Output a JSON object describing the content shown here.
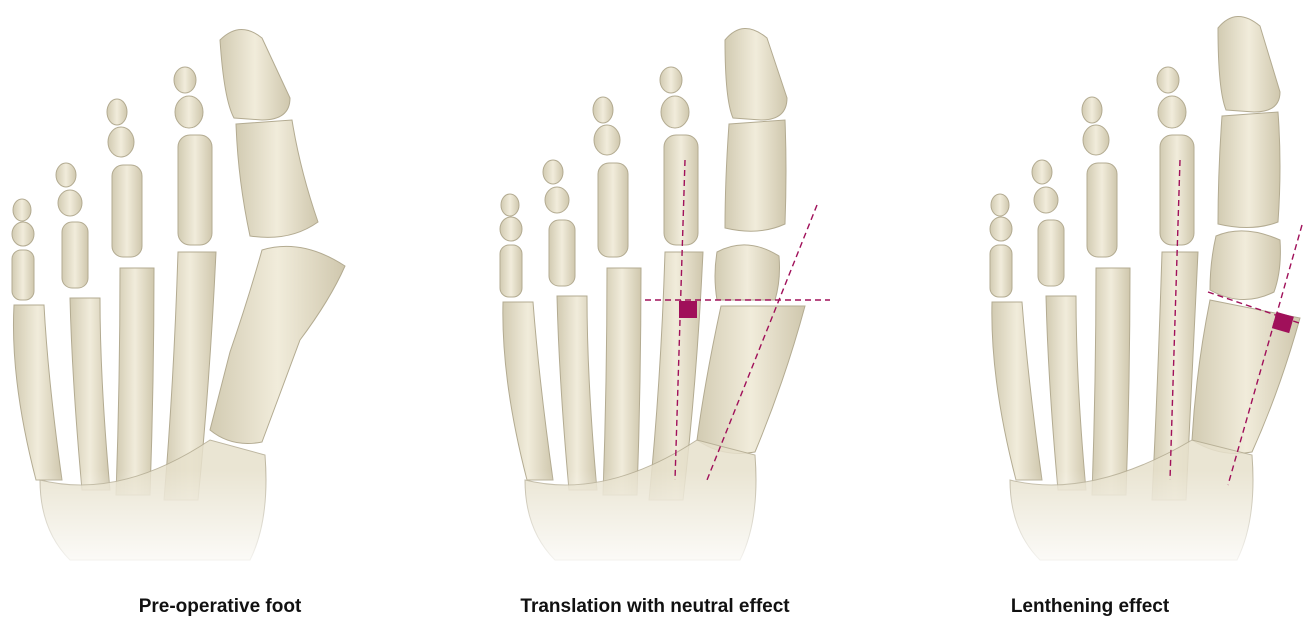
{
  "colors": {
    "background": "#ffffff",
    "bone": "#ece6d2",
    "bone_shadow": "#c9c1a7",
    "bone_outline": "#b3ab91",
    "guide_line": "#a0105a",
    "marker": "#a0105a"
  },
  "panels": [
    {
      "caption": "Pre-operative foot"
    },
    {
      "caption": "Translation with neutral effect"
    },
    {
      "caption": "Lenthening effect"
    }
  ]
}
